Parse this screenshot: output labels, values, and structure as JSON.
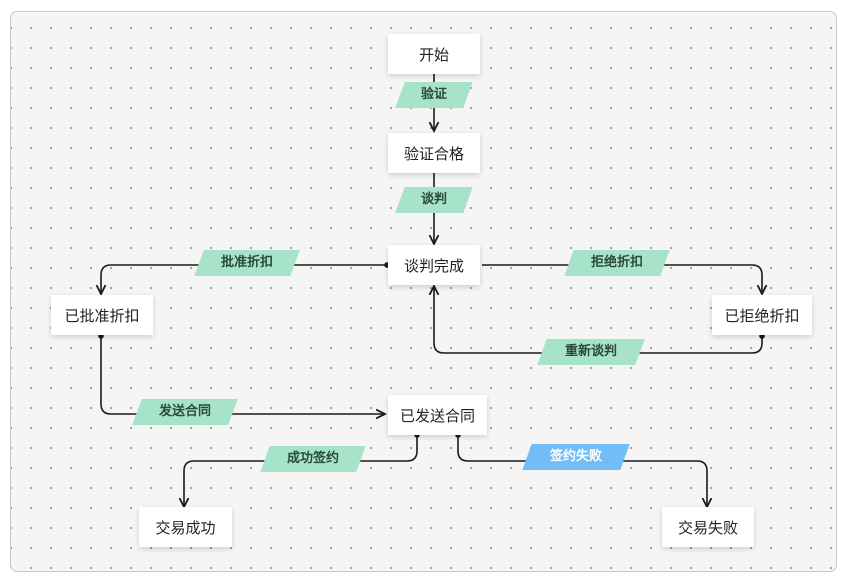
{
  "nodes": {
    "start": "开始",
    "verified": "验证合格",
    "negotiated": "谈判完成",
    "approved": "已批准折扣",
    "rejected": "已拒绝折扣",
    "contract_sent": "已发送合同",
    "success": "交易成功",
    "failure": "交易失败"
  },
  "edge_labels": {
    "verify": "验证",
    "negotiate": "谈判",
    "approve_discount": "批准折扣",
    "reject_discount": "拒绝折扣",
    "renegotiate": "重新谈判",
    "send_contract": "发送合同",
    "sign_success": "成功签约",
    "sign_failure": "签约失败"
  },
  "colors": {
    "label_green": "#a6e3c8",
    "label_blue": "#72bdf5",
    "edge": "#1a1a1a"
  }
}
